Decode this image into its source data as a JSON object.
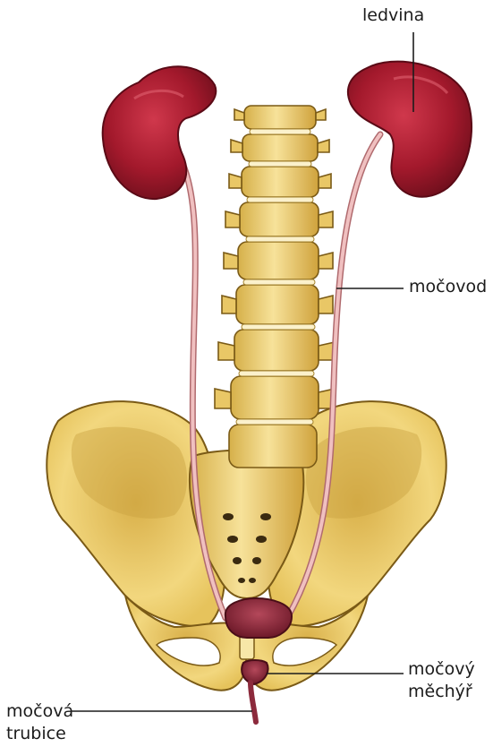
{
  "labels": {
    "kidney": "ledvina",
    "ureter": "močovod",
    "bladder_line1": "močový",
    "bladder_line2": "měchýř",
    "urethra_line1": "močová",
    "urethra_line2": "trubice"
  },
  "colors": {
    "kidney": "#a3192c",
    "kidney_dark": "#6e0f1c",
    "ureter": "#f0c0c0",
    "ureter_edge": "#b06a6e",
    "bone": "#f2d77e",
    "bone_shadow": "#c9a640",
    "bone_outline": "#7a5a16",
    "bladder": "#8c2a3c",
    "leader_line": "#1c1c1c"
  }
}
